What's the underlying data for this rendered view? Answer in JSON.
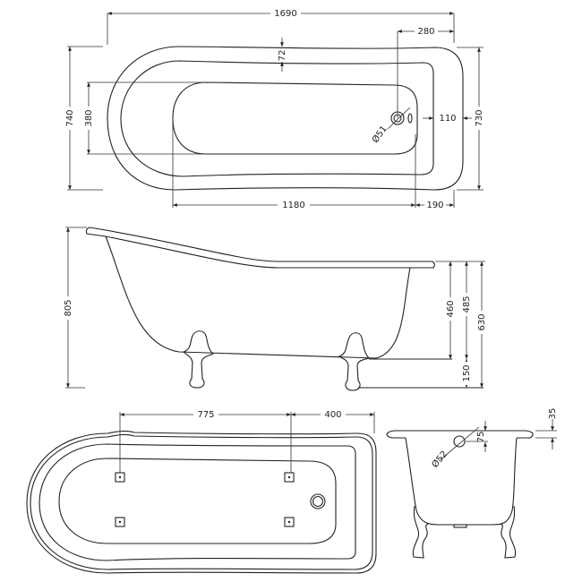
{
  "title": "Slipper freestanding bath technical drawing",
  "colors": {
    "line": "#222222",
    "background": "#ffffff"
  },
  "units": "mm",
  "plan_view": {
    "overall_length": "1690",
    "waste_from_end": "280",
    "overall_width": "740",
    "inner_width": "380",
    "end_width": "730",
    "rim_width": "72",
    "end_rim": "110",
    "waste_diameter": "Ø51",
    "inner_length": "1180",
    "inner_end": "190"
  },
  "side_view": {
    "overall_height": "805",
    "inner_depth": "460",
    "body_height": "485",
    "end_height": "630",
    "feet_height": "150"
  },
  "underside_view": {
    "feet_spacing": "775",
    "feet_from_end": "400"
  },
  "end_view": {
    "rim_thickness": "35",
    "overflow_from_top": "75",
    "overflow_diameter": "Ø52"
  }
}
